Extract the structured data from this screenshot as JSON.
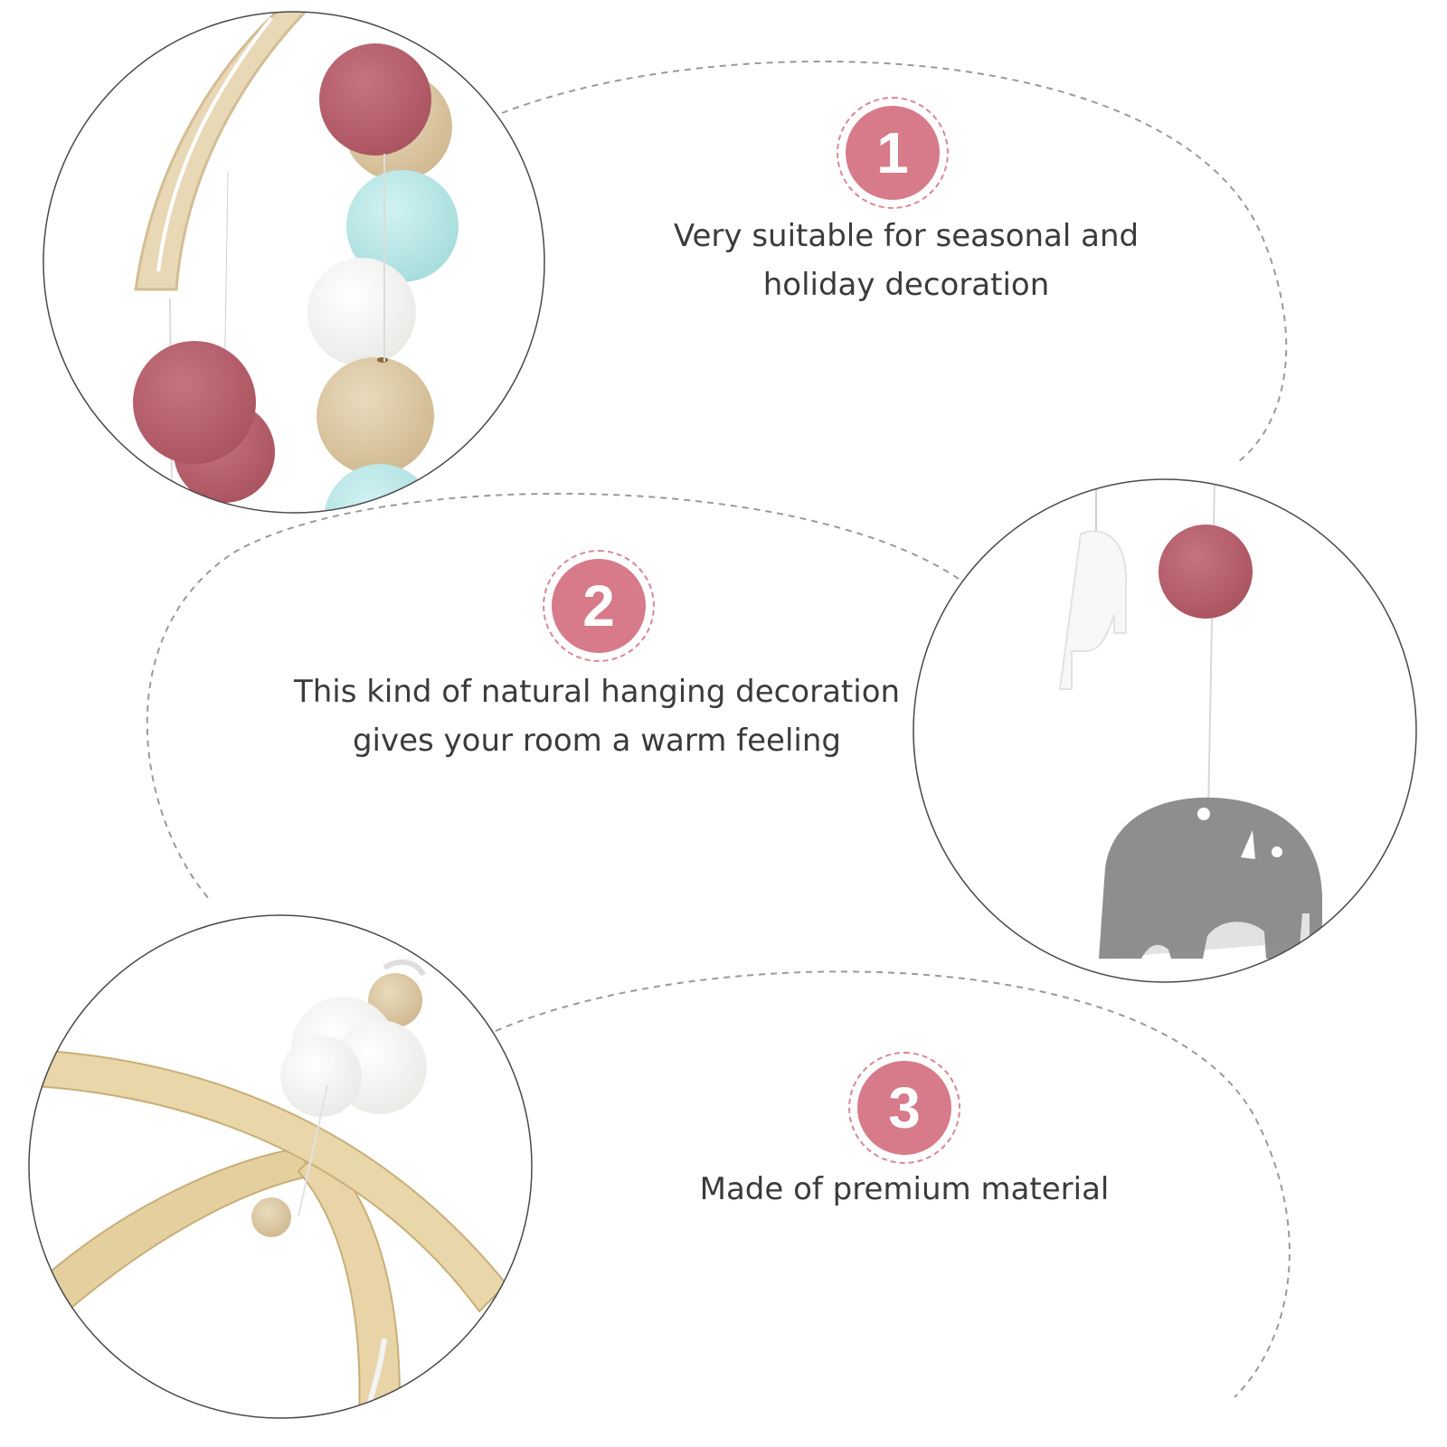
{
  "features": [
    {
      "number": "1",
      "line1": "Very suitable for seasonal and",
      "line2": "holiday decoration"
    },
    {
      "number": "2",
      "line1": "This kind of natural hanging decoration",
      "line2": "gives your room a warm feeling"
    },
    {
      "number": "3",
      "line1": "Made of premium material",
      "line2": ""
    }
  ],
  "colors": {
    "accent": "#d77a89",
    "text": "#3b3b3b",
    "dashed_line": "#9a9a9a",
    "pompom_pink": "#b9606c",
    "pompom_blue": "#b8e6e6",
    "wood": "#e7d6b4"
  },
  "images": [
    {
      "name": "pompom-closeup-photo",
      "subject": "wooden arc with pink, mint, white pom-poms and wood beads"
    },
    {
      "name": "elephant-closeup-photo",
      "subject": "white and grey elephant cutouts with pink pom-pom"
    },
    {
      "name": "wooden-ring-closeup-photo",
      "subject": "crossed bamboo rings with white pom-pom and wood bead"
    }
  ]
}
